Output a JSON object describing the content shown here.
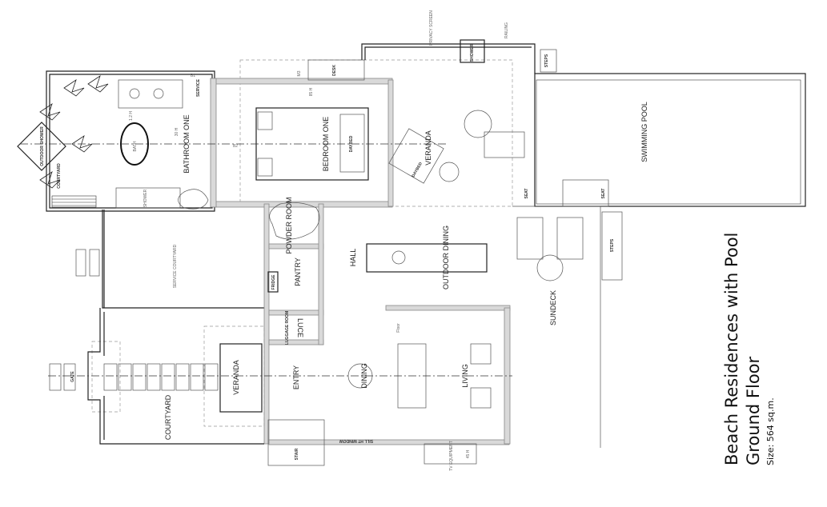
{
  "title": {
    "name": "Beach Residences with Pool",
    "floor": "Ground Floor",
    "size": "Size: 564 sq.m."
  },
  "rooms": {
    "outdoor_shower": "OUTDOOR SHOWER",
    "courtyard_top": "COURTYARD",
    "bath": "BATH",
    "bathroom_one": "BATHROOM ONE",
    "service": "SERVICE",
    "shower_inner": "SHOWER",
    "bedroom_one": "BEDROOM ONE",
    "daybed_bedroom": "DAYBED",
    "desk": "DESK",
    "veranda_upper": "VERANDA",
    "daybed_veranda": "DAYBED",
    "shower_outdoor": "SHOWER",
    "privacy_screen": "PRIVACY SCREEN",
    "railing": "RAILING",
    "steps_upper": "STEPS",
    "swimming_pool": "SWIMMING POOL",
    "seat_1": "SEAT",
    "seat_2": "SEAT",
    "steps_lower": "STEPS",
    "sundeck": "SUNDECK",
    "powder_room": "POWDER ROOM",
    "pantry": "PANTRY",
    "fridge": "FRIDGE",
    "hall": "HALL",
    "outdoor_dining": "OUTDOOR DINING",
    "luggage_room": "LUGGAGE ROOM",
    "luce": "LUCE",
    "service_courtyard": "SERVICE COURTYARD",
    "gate": "GATE",
    "courtyard_front": "COURTYARD",
    "veranda_front": "VERANDA",
    "entry": "ENTRY",
    "dining": "DINING",
    "living": "LIVING",
    "stair": "STAIR",
    "tv_equipment": "TV EQUIPMENT",
    "sill_window": "SILL HT WINDOW"
  },
  "tags": {
    "h12": "1.2 H",
    "h30": "30 H",
    "h85": "85 H",
    "h45": "45 H",
    "floor": "Floor",
    "b1": "B1",
    "b2": "B2",
    "m3": "M3"
  },
  "colors": {
    "line": "#222222",
    "wall_fill": "#d9d9d9",
    "background": "#ffffff"
  }
}
